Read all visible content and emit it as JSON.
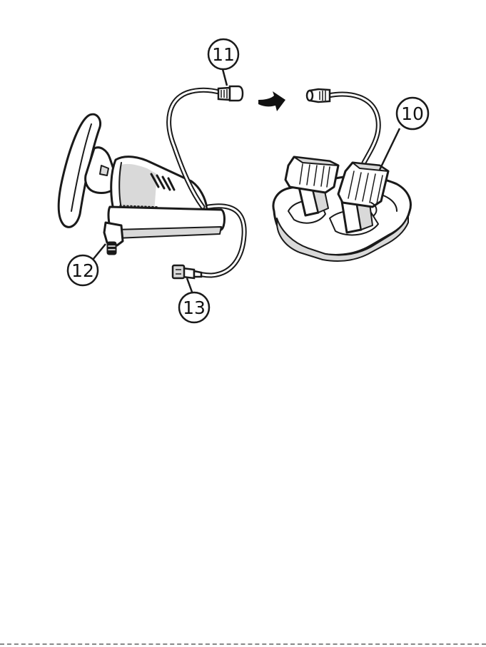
{
  "callouts": [
    {
      "id": "pedal-set",
      "number": "10"
    },
    {
      "id": "pedal-connector",
      "number": "11"
    },
    {
      "id": "table-clamp",
      "number": "12"
    },
    {
      "id": "usb-connector",
      "number": "13"
    }
  ],
  "colors": {
    "line": "#1a1a1a",
    "fill": "#ffffff",
    "shade": "#d9d9d9",
    "arrow": "#111111"
  },
  "icons": [
    "arrow-right-icon"
  ]
}
